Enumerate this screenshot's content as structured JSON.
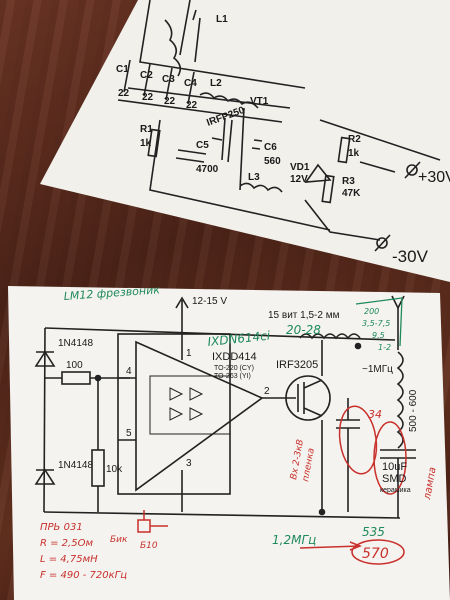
{
  "top_schematic": {
    "labels": {
      "l1": "L1",
      "c1": "C1",
      "c2": "C2",
      "c3": "C3",
      "c4": "C4",
      "c1v": "22",
      "c2v": "22",
      "c3v": "22",
      "c4v": "22",
      "l2": "L2",
      "vt1": "VT1",
      "irfp": "IRFP250",
      "r1": "R1",
      "r1v": "1k",
      "c5": "C5",
      "c5v": "4700",
      "c6": "C6",
      "c6v": "560",
      "l3": "L3",
      "r2": "R2",
      "r2v": "1k",
      "vd1": "VD1",
      "vd1v": "12V",
      "r3": "R3",
      "r3v": "47K",
      "plus30": "+30V",
      "minus30": "-30V"
    }
  },
  "bottom_schematic": {
    "labels": {
      "d1": "1N4148",
      "d2": "1N4148",
      "r100": "100",
      "r10k": "10k",
      "v12_15": "12-15 V",
      "chip": "IXDD414",
      "chip_pkg1": "TO-220 (CY)",
      "chip_pkg2": "TO-263 (YI)",
      "pin1": "1",
      "pin2": "2",
      "pin3": "3",
      "pin4": "4",
      "pin5": "5",
      "mosfet": "IRF3205",
      "coil": "15 вит 1,5-2 мм",
      "freq": "~1МГц",
      "range": "500 - 600",
      "cap": "10uF",
      "cap2": "SMD",
      "cap3": "керамика"
    },
    "handwriting": {
      "green_top": "LM12 фрезвоник",
      "green_chip": "IXDN614ci",
      "green_coil": "20-28",
      "green_r1": "200",
      "green_r2": "3,5-7,5",
      "green_r3": "9,5",
      "green_r4": "1-2",
      "red_count": "34",
      "red_side1": "Вх 2-3кВ",
      "red_side2": "пленка",
      "red_right": "лампа",
      "red_b1": "ПРЬ 031",
      "red_b2": "R = 2,5Ом",
      "red_b3": "L = 4,75мН",
      "red_b4": "F = 490 - 720кГц",
      "red_b5": "1,2МГц",
      "red_b6": "535",
      "red_b7": "570",
      "red_b8": "Бик",
      "red_b9": "Б10"
    }
  }
}
